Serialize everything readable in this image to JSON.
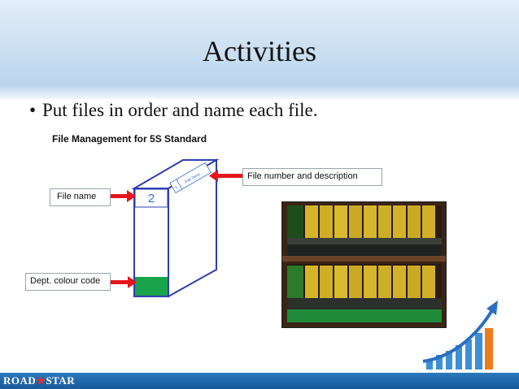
{
  "slide": {
    "title": "Activities",
    "bullet": "Put files in order and name each file.",
    "subheading": "File Management for 5S Standard"
  },
  "diagram": {
    "file_name_label": "File name",
    "file_number_label": "File number and description",
    "dept_colour_label": "Dept. colour code",
    "spine_number": "2",
    "side_number": "1",
    "side_text": "File Desc.",
    "colors": {
      "arrow": "#e8141b",
      "dept_code": "#19a34a",
      "outline": "#2f3eb0",
      "spine_number": "#2f6fd6"
    }
  },
  "photo": {
    "icon": "binders-on-shelf-photo"
  },
  "decor": {
    "icon": "growth-bar-chart-arrow-icon"
  },
  "footer": {
    "logo_left": "ROAD",
    "logo_right": "STAR"
  }
}
